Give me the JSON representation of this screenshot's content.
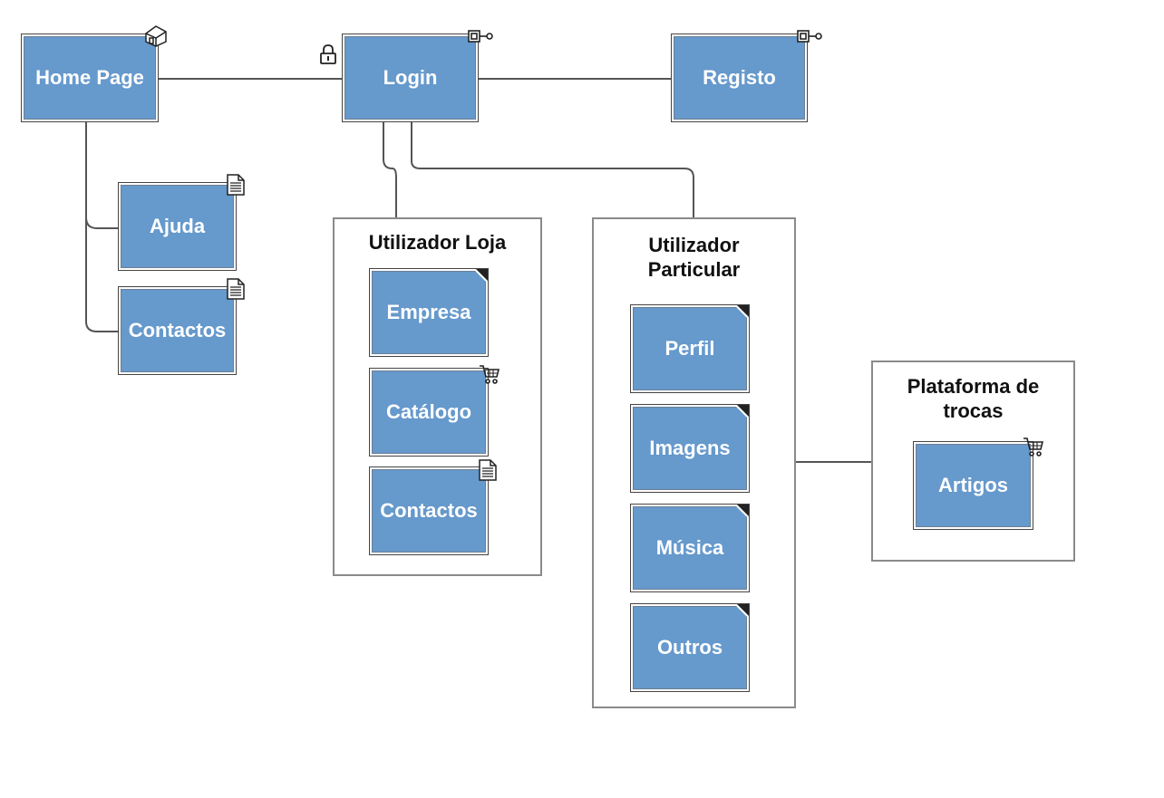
{
  "nodes": {
    "home_page": "Home Page",
    "login": "Login",
    "registo": "Registo",
    "ajuda": "Ajuda",
    "contactos_home": "Contactos",
    "empresa": "Empresa",
    "catalogo": "Catálogo",
    "contactos_loja": "Contactos",
    "perfil": "Perfil",
    "imagens": "Imagens",
    "musica": "Música",
    "outros": "Outros",
    "artigos": "Artigos"
  },
  "groups": {
    "utilizador_loja": "Utilizador Loja",
    "utilizador_particular_line1": "Utilizador",
    "utilizador_particular_line2": "Particular",
    "plataforma_line1": "Plataforma de",
    "plataforma_line2": "trocas"
  },
  "colors": {
    "node_fill": "#6699cc",
    "connector": "#555555",
    "group_border": "#8a8a8a"
  },
  "icons": {
    "home_page": "home-icon",
    "login": "key-icon",
    "registo": "key-icon",
    "login_lock": "lock-icon",
    "ajuda": "document-icon",
    "contactos_home": "document-icon",
    "catalogo": "cart-icon",
    "contactos_loja": "document-icon",
    "artigos": "cart-icon"
  }
}
